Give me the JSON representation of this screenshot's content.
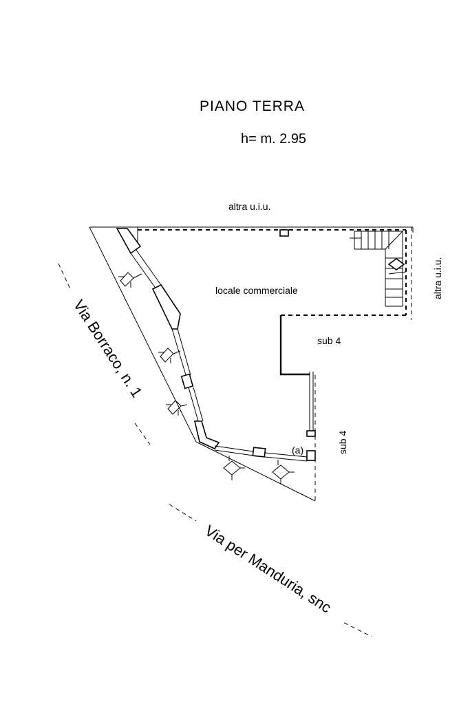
{
  "drawing": {
    "title": "PIANO  TERRA",
    "height_note": "h= m. 2.95"
  },
  "labels": {
    "top_neighbor": "altra  u.i.u.",
    "right_neighbor": "altra  u.i.u.",
    "room": "locale commerciale",
    "sub_east": "sub 4",
    "sub_southeast": "sub 4",
    "marker": "(a)"
  },
  "streets": {
    "west": "Via Borraco, n. 1",
    "south": "Via per Manduria, snc"
  },
  "icons": [
    "lamp-icon",
    "stair-symbol"
  ]
}
